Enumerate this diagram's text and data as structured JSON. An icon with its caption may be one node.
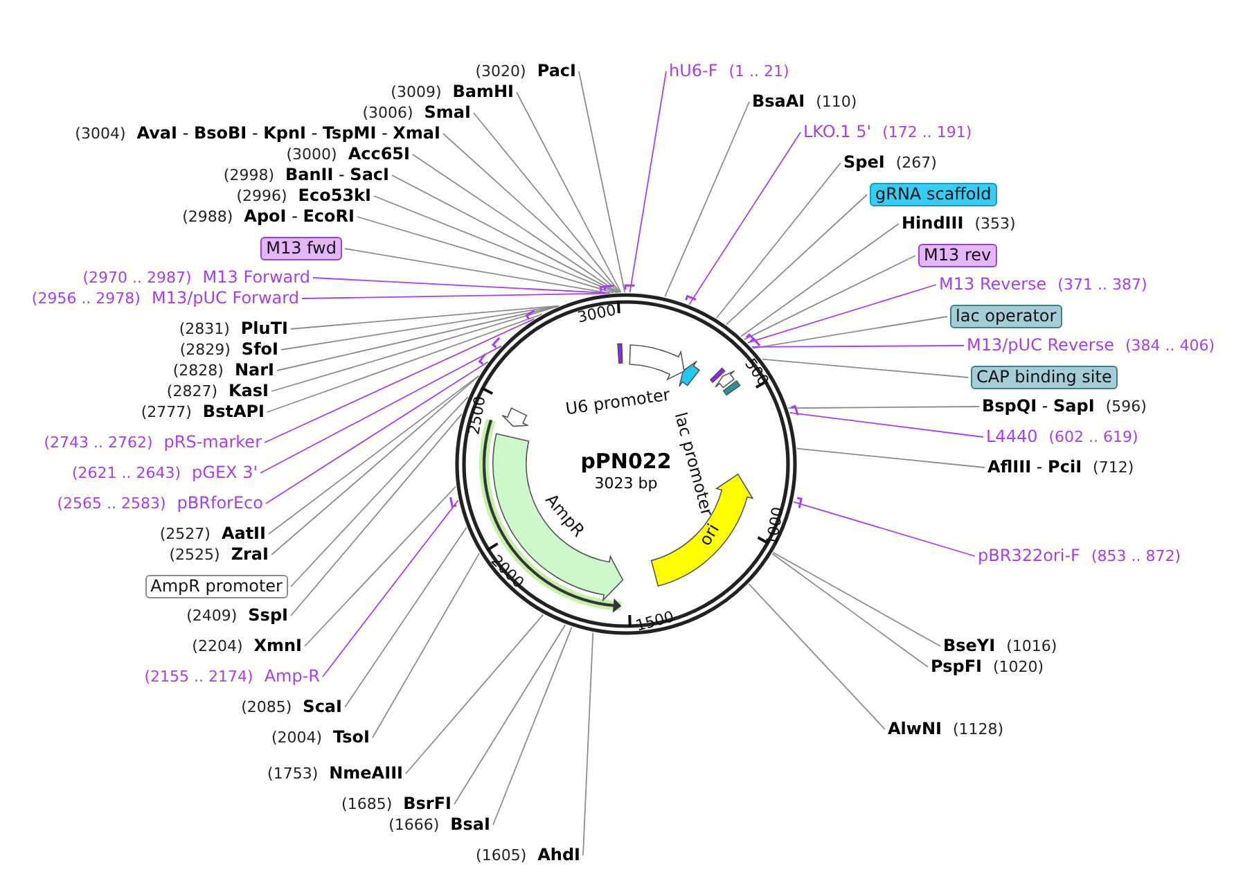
{
  "diagram": {
    "nodes": [
      {
        "text": [
          "pPN022",
          "3023 bp"
        ]
      },
      {
        "text": [
          "U6 promoter"
        ],
        "in": 0
      },
      {
        "text": [
          "lac promoter"
        ],
        "in": 0
      },
      {
        "text": [
          "ori"
        ],
        "in": 0
      },
      {
        "text": [
          "AmpR"
        ],
        "in": 0
      },
      {
        "text": [
          "(3020)",
          "PacI"
        ]
      },
      {
        "text": [
          "(3009)",
          "BamHI"
        ]
      },
      {
        "text": [
          "(3006)",
          "SmaI"
        ]
      },
      {
        "text": [
          "(3004)",
          "**AvaI** - **BsoBI** - **KpnI** - **TspMI** - **XmaI**"
        ]
      },
      {
        "text": [
          "(3000)",
          "Acc65I"
        ]
      },
      {
        "text": [
          "(2998)",
          "**BanII** - **SacI**"
        ]
      },
      {
        "text": [
          "(2996)",
          "Eco53kI"
        ]
      },
      {
        "text": [
          "(2988)",
          "**ApoI** - **EcoRI**"
        ]
      },
      {
        "text": [
          "M13 fwd"
        ]
      },
      {
        "text": [
          "(2970 .. 2987)",
          "M13 Forward"
        ]
      },
      {
        "text": [
          "(2956 .. 2978)",
          "M13/pUC Forward"
        ]
      },
      {
        "text": [
          "(2831)",
          "PluTI"
        ]
      },
      {
        "text": [
          "(2829)",
          "SfoI"
        ]
      },
      {
        "text": [
          "(2828)",
          "NarI"
        ]
      },
      {
        "text": [
          "(2827)",
          "KasI"
        ]
      },
      {
        "text": [
          "(2777)",
          "BstAPI"
        ]
      },
      {
        "text": [
          "(2743 .. 2762)",
          "pRS-marker"
        ]
      },
      {
        "text": [
          "(2621 .. 2643)",
          "pGEX 3'"
        ]
      },
      {
        "text": [
          "(2565 .. 2583)",
          "pBRforEco"
        ]
      },
      {
        "text": [
          "(2527)",
          "AatII"
        ]
      },
      {
        "text": [
          "(2525)",
          "ZraI"
        ]
      },
      {
        "text": [
          "AmpR promoter"
        ]
      },
      {
        "text": [
          "(2409)",
          "SspI"
        ]
      },
      {
        "text": [
          "(2204)",
          "XmnI"
        ]
      },
      {
        "text": [
          "(2155 .. 2174)",
          "Amp-R"
        ]
      },
      {
        "text": [
          "(2085)",
          "ScaI"
        ]
      },
      {
        "text": [
          "(2004)",
          "TsoI"
        ]
      },
      {
        "text": [
          "(1753)",
          "NmeAIII"
        ]
      },
      {
        "text": [
          "(1685)",
          "BsrFI"
        ]
      },
      {
        "text": [
          "(1666)",
          "BsaI"
        ]
      },
      {
        "text": [
          "(1605)",
          "AhdI"
        ]
      },
      {
        "text": [
          "hU6-F",
          "(1 .. 21)"
        ]
      },
      {
        "text": [
          "BsaAI",
          "(110)"
        ]
      },
      {
        "text": [
          "LKO.1 5'",
          "(172 .. 191)"
        ]
      },
      {
        "text": [
          "SpeI",
          "(267)"
        ]
      },
      {
        "text": [
          "gRNA scaffold"
        ]
      },
      {
        "text": [
          "HindIII",
          "(353)"
        ]
      },
      {
        "text": [
          "M13 rev"
        ]
      },
      {
        "text": [
          "M13 Reverse",
          "(371 .. 387)"
        ]
      },
      {
        "text": [
          "lac operator"
        ]
      },
      {
        "text": [
          "M13/pUC Reverse",
          "(384 .. 406)"
        ]
      },
      {
        "text": [
          "CAP binding site"
        ]
      },
      {
        "text": [
          "**BspQI** - **SapI**",
          "(596)"
        ]
      },
      {
        "text": [
          "L4440",
          "(602 .. 619)"
        ]
      },
      {
        "text": [
          "**AflIII** - **PciI**",
          "(712)"
        ]
      },
      {
        "text": [
          "pBR322ori-F",
          "(853 .. 872)"
        ]
      },
      {
        "text": [
          "BseYI",
          "(1016)"
        ]
      },
      {
        "text": [
          "PspFI",
          "(1020)"
        ]
      },
      {
        "text": [
          "AlwNI",
          "(1128)"
        ]
      }
    ],
    "edges": [
      {
        "from": 5,
        "to": 0,
        "arrow": "none"
      },
      {
        "from": 6,
        "to": 0,
        "arrow": "none"
      },
      {
        "from": 7,
        "to": 0,
        "arrow": "none"
      },
      {
        "from": 8,
        "to": 0,
        "arrow": "none"
      },
      {
        "from": 9,
        "to": 0,
        "arrow": "none"
      },
      {
        "from": 10,
        "to": 0,
        "arrow": "none"
      },
      {
        "from": 11,
        "to": 0,
        "arrow": "none"
      },
      {
        "from": 12,
        "to": 0,
        "arrow": "none"
      },
      {
        "from": 13,
        "to": 0,
        "arrow": "none"
      },
      {
        "from": 14,
        "to": 0,
        "arrow": "none",
        "color": "#a63ff2"
      },
      {
        "from": 15,
        "to": 0,
        "arrow": "none",
        "color": "#a63ff2"
      },
      {
        "from": 16,
        "to": 0,
        "arrow": "none"
      },
      {
        "from": 17,
        "to": 0,
        "arrow": "none"
      },
      {
        "from": 18,
        "to": 0,
        "arrow": "none"
      },
      {
        "from": 19,
        "to": 0,
        "arrow": "none"
      },
      {
        "from": 20,
        "to": 0,
        "arrow": "none"
      },
      {
        "from": 21,
        "to": 0,
        "arrow": "none",
        "color": "#a63ff2"
      },
      {
        "from": 22,
        "to": 0,
        "arrow": "none",
        "color": "#a63ff2"
      },
      {
        "from": 23,
        "to": 0,
        "arrow": "none",
        "color": "#a63ff2"
      },
      {
        "from": 24,
        "to": 0,
        "arrow": "none"
      },
      {
        "from": 25,
        "to": 0,
        "arrow": "none"
      },
      {
        "from": 26,
        "to": 0,
        "arrow": "none"
      },
      {
        "from": 27,
        "to": 0,
        "arrow": "none"
      },
      {
        "from": 28,
        "to": 0,
        "arrow": "none"
      },
      {
        "from": 29,
        "to": 0,
        "arrow": "none",
        "color": "#a63ff2"
      },
      {
        "from": 30,
        "to": 0,
        "arrow": "none"
      },
      {
        "from": 31,
        "to": 0,
        "arrow": "none"
      },
      {
        "from": 32,
        "to": 0,
        "arrow": "none"
      },
      {
        "from": 33,
        "to": 0,
        "arrow": "none"
      },
      {
        "from": 34,
        "to": 0,
        "arrow": "none"
      },
      {
        "from": 35,
        "to": 0,
        "arrow": "none"
      },
      {
        "from": 36,
        "to": 0,
        "arrow": "none",
        "color": "#a63ff2"
      },
      {
        "from": 37,
        "to": 0,
        "arrow": "none"
      },
      {
        "from": 38,
        "to": 0,
        "arrow": "none",
        "color": "#a63ff2"
      },
      {
        "from": 39,
        "to": 0,
        "arrow": "none"
      },
      {
        "from": 40,
        "to": 0,
        "arrow": "none"
      },
      {
        "from": 41,
        "to": 0,
        "arrow": "none"
      },
      {
        "from": 42,
        "to": 0,
        "arrow": "none"
      },
      {
        "from": 43,
        "to": 0,
        "arrow": "none",
        "color": "#a63ff2"
      },
      {
        "from": 44,
        "to": 0,
        "arrow": "none"
      },
      {
        "from": 45,
        "to": 0,
        "arrow": "none",
        "color": "#a63ff2"
      },
      {
        "from": 46,
        "to": 0,
        "arrow": "none"
      },
      {
        "from": 47,
        "to": 0,
        "arrow": "none"
      },
      {
        "from": 48,
        "to": 0,
        "arrow": "none",
        "color": "#a63ff2"
      },
      {
        "from": 49,
        "to": 0,
        "arrow": "none"
      },
      {
        "from": 50,
        "to": 0,
        "arrow": "none",
        "color": "#a63ff2"
      },
      {
        "from": 51,
        "to": 0,
        "arrow": "none"
      },
      {
        "from": 52,
        "to": 0,
        "arrow": "none"
      },
      {
        "from": 53,
        "to": 0,
        "arrow": "none"
      }
    ],
    "labels": [
      "3000",
      "500",
      "1000",
      "1500",
      "2000",
      "2500"
    ]
  }
}
